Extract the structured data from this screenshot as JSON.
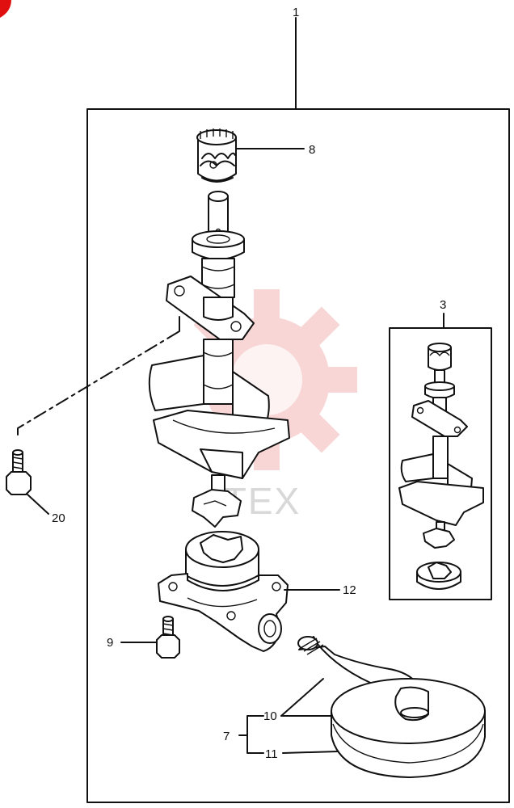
{
  "callouts": {
    "assembly": "1",
    "sub_assembly": "3",
    "group_7": "7",
    "gear": "8",
    "bolt_9": "9",
    "pipe": "10",
    "strainer": "11",
    "case": "12",
    "bolt_20": "20"
  },
  "watermark": {
    "text": "ITEX",
    "color": "#f3b5b5"
  }
}
